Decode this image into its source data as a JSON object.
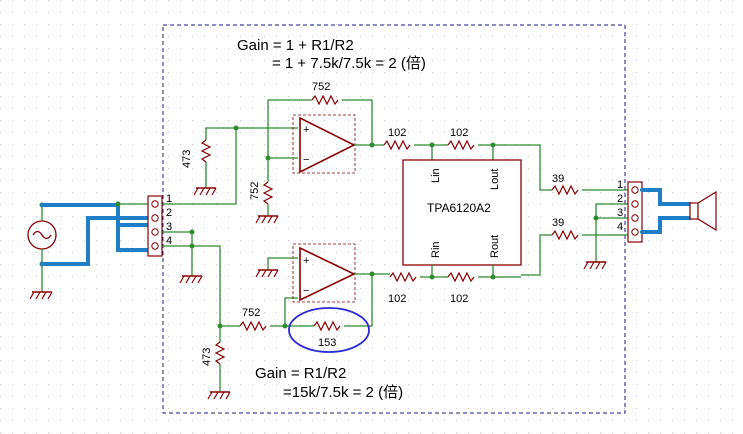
{
  "colors": {
    "wire": "#2e8b2e",
    "component": "#8b0000",
    "signal_cable": "#1e7fc8",
    "dashed_border": "#1a1a8c",
    "highlight_ellipse": "#2a2ad6",
    "grid_dot": "#c0c0c0"
  },
  "equations": {
    "top_line1": "Gain = 1 + R1/R2",
    "top_line2": "= 1 + 7.5k/7.5k = 2 (倍)",
    "bottom_line1": "Gain = R1/R2",
    "bottom_line2": "=15k/7.5k = 2 (倍)"
  },
  "resistors": {
    "top_feedback": "752",
    "top_shunt_left": "473",
    "top_ground": "752",
    "top_series_1": "102",
    "top_series_2": "102",
    "out_top": "39",
    "out_bottom": "39",
    "bottom_series_1": "102",
    "bottom_series_2": "102",
    "bottom_input": "752",
    "bottom_feedback": "153",
    "bottom_shunt_left": "473"
  },
  "chip": {
    "name": "TPA6120A2",
    "pin_lin": "Lin",
    "pin_lout": "Lout",
    "pin_rin": "Rin",
    "pin_rout": "Rout"
  },
  "left_connector": {
    "pins": [
      "1",
      "2",
      "3",
      "4"
    ]
  },
  "right_connector": {
    "pins": [
      "1",
      "2",
      "3",
      "4"
    ]
  },
  "icons": [
    "ac-source-icon",
    "ground-icon",
    "speaker-icon",
    "opamp-icon",
    "resistor-icon"
  ]
}
